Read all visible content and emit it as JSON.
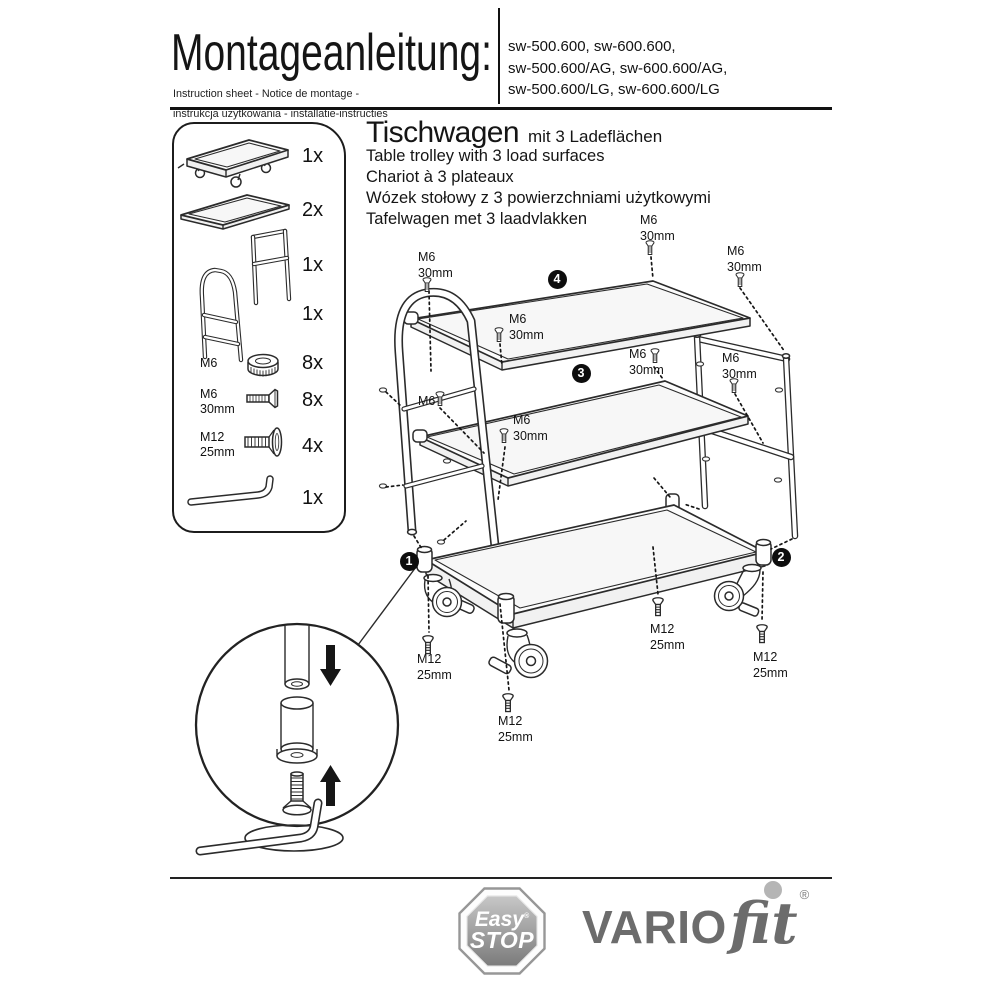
{
  "header": {
    "title": "Montageanleitung:",
    "subtitle_line1": "Instruction sheet - Notice de montage  -",
    "subtitle_line2": "instrukcja użytkowania - installatie-instructies",
    "models_line1": "sw-500.600, sw-600.600,",
    "models_line2": "sw-500.600/AG, sw-600.600/AG,",
    "models_line3": "sw-500.600/LG, sw-600.600/LG"
  },
  "product": {
    "title": "Tischwagen",
    "title_suffix": "mit 3 Ladeflächen",
    "subtitle_en": "Table trolley with 3 load surfaces",
    "subtitle_fr": "Chariot à 3 plateaux",
    "subtitle_pl": "Wózek stołowy z 3 powierzchniami użytkowymi",
    "subtitle_nl": "Tafelwagen met 3 laadvlakken"
  },
  "parts_list": {
    "items": [
      {
        "name": "base-trolley",
        "qty": "1x"
      },
      {
        "name": "load-surface",
        "qty": "2x"
      },
      {
        "name": "side-frame",
        "qty": "1x"
      },
      {
        "name": "handle-frame",
        "qty": "1x"
      },
      {
        "name": "hex-nut",
        "size": "M6",
        "qty": "8x"
      },
      {
        "name": "screw-m6",
        "size": "M6",
        "length": "30mm",
        "qty": "8x"
      },
      {
        "name": "screw-m12",
        "size": "M12",
        "length": "25mm",
        "qty": "4x"
      },
      {
        "name": "allen-key",
        "qty": "1x"
      }
    ]
  },
  "diagram": {
    "m6": "M6",
    "m6_len": "30mm",
    "m12": "M12",
    "m12_len": "25mm",
    "callout_1": "1",
    "callout_2": "2",
    "callout_3": "3",
    "callout_4": "4"
  },
  "logos": {
    "easystop_top": "Easy",
    "easystop_bottom": "STOP",
    "registered": "®",
    "brand_main": "VARIO",
    "brand_italic": "fit"
  }
}
